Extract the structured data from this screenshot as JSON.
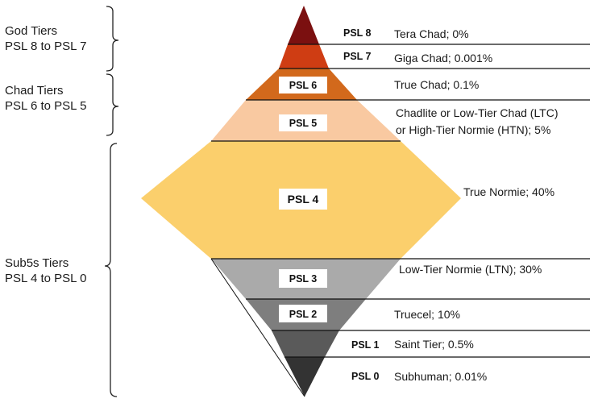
{
  "groups": [
    {
      "line1": "God Tiers",
      "line2": "PSL 8 to PSL 7"
    },
    {
      "line1": "Chad Tiers",
      "line2": "PSL 6 to PSL 5"
    },
    {
      "line1": "Sub5s Tiers",
      "line2": "PSL 4 to PSL 0"
    }
  ],
  "tiers": [
    {
      "label": "PSL 8",
      "desc": [
        "Tera Chad; 0%"
      ],
      "color": "#7b1010"
    },
    {
      "label": "PSL 7",
      "desc": [
        "Giga Chad; 0.001%"
      ],
      "color": "#cf3d13"
    },
    {
      "label": "PSL 6",
      "desc": [
        "True Chad; 0.1%"
      ],
      "color": "#d2691c"
    },
    {
      "label": "PSL 5",
      "desc": [
        "Chadlite or Low-Tier Chad (LTC)",
        "or High-Tier Normie (HTN); 5%"
      ],
      "color": "#f9c9a1"
    },
    {
      "label": "PSL 4",
      "desc": [
        "True Normie; 40%"
      ],
      "color": "#fbcf6c"
    },
    {
      "label": "PSL 3",
      "desc": [
        "Low-Tier Normie (LTN); 30%"
      ],
      "color": "#aaaaaa"
    },
    {
      "label": "PSL 2",
      "desc": [
        "Truecel; 10%"
      ],
      "color": "#7e7e7e"
    },
    {
      "label": "PSL 1",
      "desc": [
        "Saint Tier; 0.5%"
      ],
      "color": "#5a5a5a"
    },
    {
      "label": "PSL 0",
      "desc": [
        "Subhuman; 0.01%"
      ],
      "color": "#333333"
    }
  ]
}
